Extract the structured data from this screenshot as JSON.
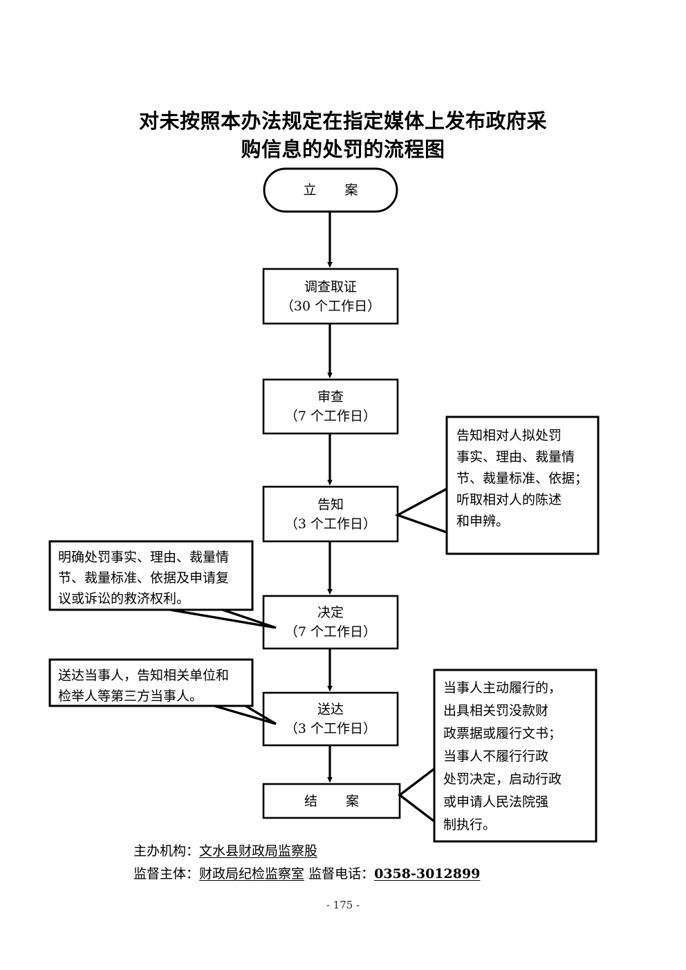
{
  "document": {
    "title_line1": "对未按照本办法规定在指定媒体上发布政府采",
    "title_line2": "购信息的处罚的流程图",
    "page_number": "- 175 -",
    "ink_color": "#000000",
    "background_color": "#ffffff"
  },
  "chart_data": {
    "type": "diagram",
    "diagram_kind": "flowchart",
    "title": "对未按照本办法规定在指定媒体上发布政府采购信息的处罚的流程图",
    "orientation": "top-to-bottom",
    "nodes": [
      {
        "id": "n1",
        "shape": "rounded-rectangle",
        "line1": "立　案",
        "line2": ""
      },
      {
        "id": "n2",
        "shape": "rectangle",
        "line1": "调查取证",
        "line2": "（30 个工作日）"
      },
      {
        "id": "n3",
        "shape": "rectangle",
        "line1": "审查",
        "line2": "（7 个工作日）"
      },
      {
        "id": "n4",
        "shape": "rectangle",
        "line1": "告知",
        "line2": "（3 个工作日）"
      },
      {
        "id": "n5",
        "shape": "rectangle",
        "line1": "决定",
        "line2": "（7 个工作日）"
      },
      {
        "id": "n6",
        "shape": "rectangle",
        "line1": "送达",
        "line2": "（3 个工作日）"
      },
      {
        "id": "n7",
        "shape": "rectangle",
        "line1": "结　案",
        "line2": ""
      }
    ],
    "edges": [
      {
        "from": "n1",
        "to": "n2",
        "style": "arrow-down"
      },
      {
        "from": "n2",
        "to": "n3",
        "style": "arrow-down"
      },
      {
        "from": "n3",
        "to": "n4",
        "style": "arrow-down"
      },
      {
        "from": "n4",
        "to": "n5",
        "style": "arrow-down"
      },
      {
        "from": "n5",
        "to": "n6",
        "style": "arrow-down"
      },
      {
        "from": "n6",
        "to": "n7",
        "style": "arrow-down"
      },
      {
        "from": "a1",
        "to": "n4",
        "style": "callout-tail"
      },
      {
        "from": "a2",
        "to": "n5",
        "style": "callout-tail"
      },
      {
        "from": "a3",
        "to": "n6",
        "style": "callout-tail"
      },
      {
        "from": "a4",
        "to": "n7",
        "style": "callout-tail"
      }
    ],
    "annotations": [
      {
        "id": "a1",
        "attached_to": "n4",
        "side": "right",
        "lines": [
          "告知相对人拟处罚",
          "事实、理由、裁量情",
          "节、裁量标准、依据；",
          "听取相对人的陈述",
          "和申辨。"
        ]
      },
      {
        "id": "a2",
        "attached_to": "n5",
        "side": "left",
        "lines": [
          "明确处罚事实、理由、裁量情",
          "节、裁量标准、依据及申请复",
          "议或诉讼的救济权利。"
        ]
      },
      {
        "id": "a3",
        "attached_to": "n6",
        "side": "left",
        "lines": [
          "送达当事人，告知相关单位和",
          "检举人等第三方当事人。"
        ]
      },
      {
        "id": "a4",
        "attached_to": "n7",
        "side": "right",
        "lines": [
          "当事人主动履行的，",
          "出具相关罚没款财",
          "政票据或履行文书；",
          "当事人不履行行政",
          "处罚决定，启动行政",
          "或申请人民法院强",
          "制执行。"
        ]
      }
    ]
  },
  "footer": {
    "line1_label": "主办机构：",
    "line1_value": "文水县财政局监察股",
    "line2_label": "监督主体：",
    "line2_value": "财政局纪检监察室",
    "line2_label2": "监督电话：",
    "line2_value2": "0358-3012899"
  }
}
